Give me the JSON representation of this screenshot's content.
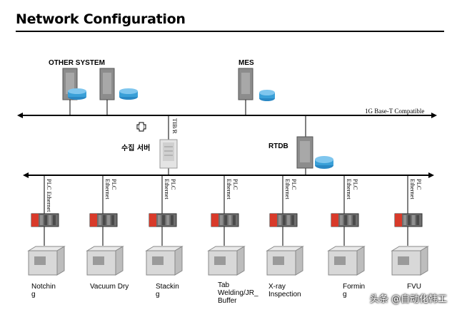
{
  "title": "Network Configuration",
  "upper_network": {
    "groups": [
      {
        "label": "OTHER SYSTEM"
      },
      {
        "label": "MES"
      }
    ],
    "bus_label": "1G Base-T Compatible",
    "server_vertical_label": "TIB/R",
    "server_label": "수집 서버",
    "rtdb_label": "RTDB"
  },
  "lower_network": {
    "link_vertical_label": "PLC Ethernet",
    "stations": [
      {
        "link_label": "PLC Ethernet",
        "machine_label": "Notchin\ng"
      },
      {
        "link_label": "PLC\nEthernet",
        "machine_label": "Vacuum Dry"
      },
      {
        "link_label": "PLC\nEthernet",
        "machine_label": "Stackin\ng"
      },
      {
        "link_label": "PLC\nEthernet",
        "machine_label": "Tab\nWelding/JR_\nBuffer"
      },
      {
        "link_label": "PLC\nEthernet",
        "machine_label": "X-ray\nInspection"
      },
      {
        "link_label": "PLC\nEthernet",
        "machine_label": "Formin\ng"
      },
      {
        "link_label": "PLC\nEthernet",
        "machine_label": "FVU"
      }
    ]
  },
  "watermark": "头条 @自动化韩工",
  "colors": {
    "server": "#8c8c8c",
    "disk": "#3aa0d8",
    "plc_red": "#d83a2a",
    "bus": "#000000"
  }
}
